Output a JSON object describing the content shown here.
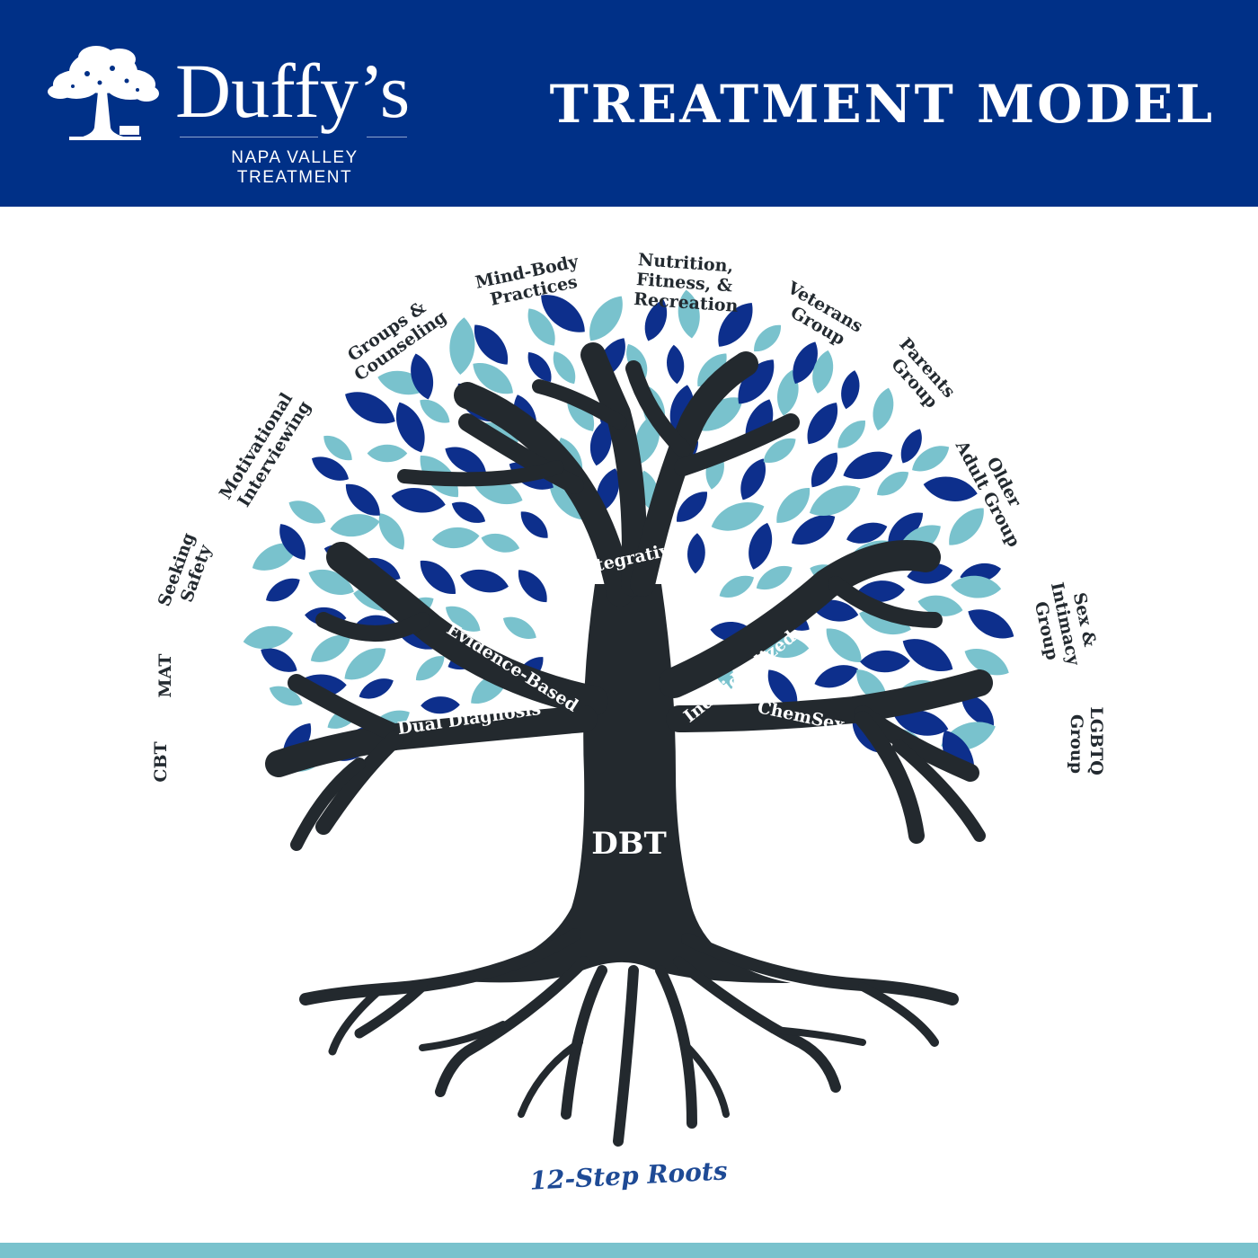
{
  "header": {
    "brand_name": "Duffy’s",
    "tagline": "NAPA VALLEY TREATMENT",
    "title": "TREATMENT MODEL",
    "background_color": "#003087"
  },
  "tree": {
    "trunk_label": "DBT",
    "branch_labels": {
      "integrative": "Integrative",
      "evidence_based": "Evidence-Based",
      "individualized": "Individualized",
      "dual_diagnosis": "Dual Diagnosis",
      "chemsex": "ChemSex"
    },
    "roots_label": "12-Step Roots",
    "trunk_color": "#23292e",
    "leaf_colors": [
      "#0d2f8c",
      "#79c2cd"
    ]
  },
  "outer_labels": {
    "cbt": [
      "CBT"
    ],
    "mat": [
      "MAT"
    ],
    "seeking_safety": [
      "Seeking",
      "Safety"
    ],
    "motivational_interviewing": [
      "Motivational",
      "Interviewing"
    ],
    "groups_counseling": [
      "Groups &",
      "Counseling"
    ],
    "mind_body": [
      "Mind-Body",
      "Practices"
    ],
    "nutrition": [
      "Nutrition,",
      "Fitness, &",
      "Recreation"
    ],
    "veterans": [
      "Veterans",
      "Group"
    ],
    "parents": [
      "Parents",
      "Group"
    ],
    "older_adult": [
      "Older",
      "Adult Group"
    ],
    "sex_intimacy": [
      "Sex &",
      "Intimacy",
      "Group"
    ],
    "lgbtq": [
      "LGBTQ",
      "Group"
    ]
  },
  "footer": {
    "band_color": "#79c2cd"
  }
}
